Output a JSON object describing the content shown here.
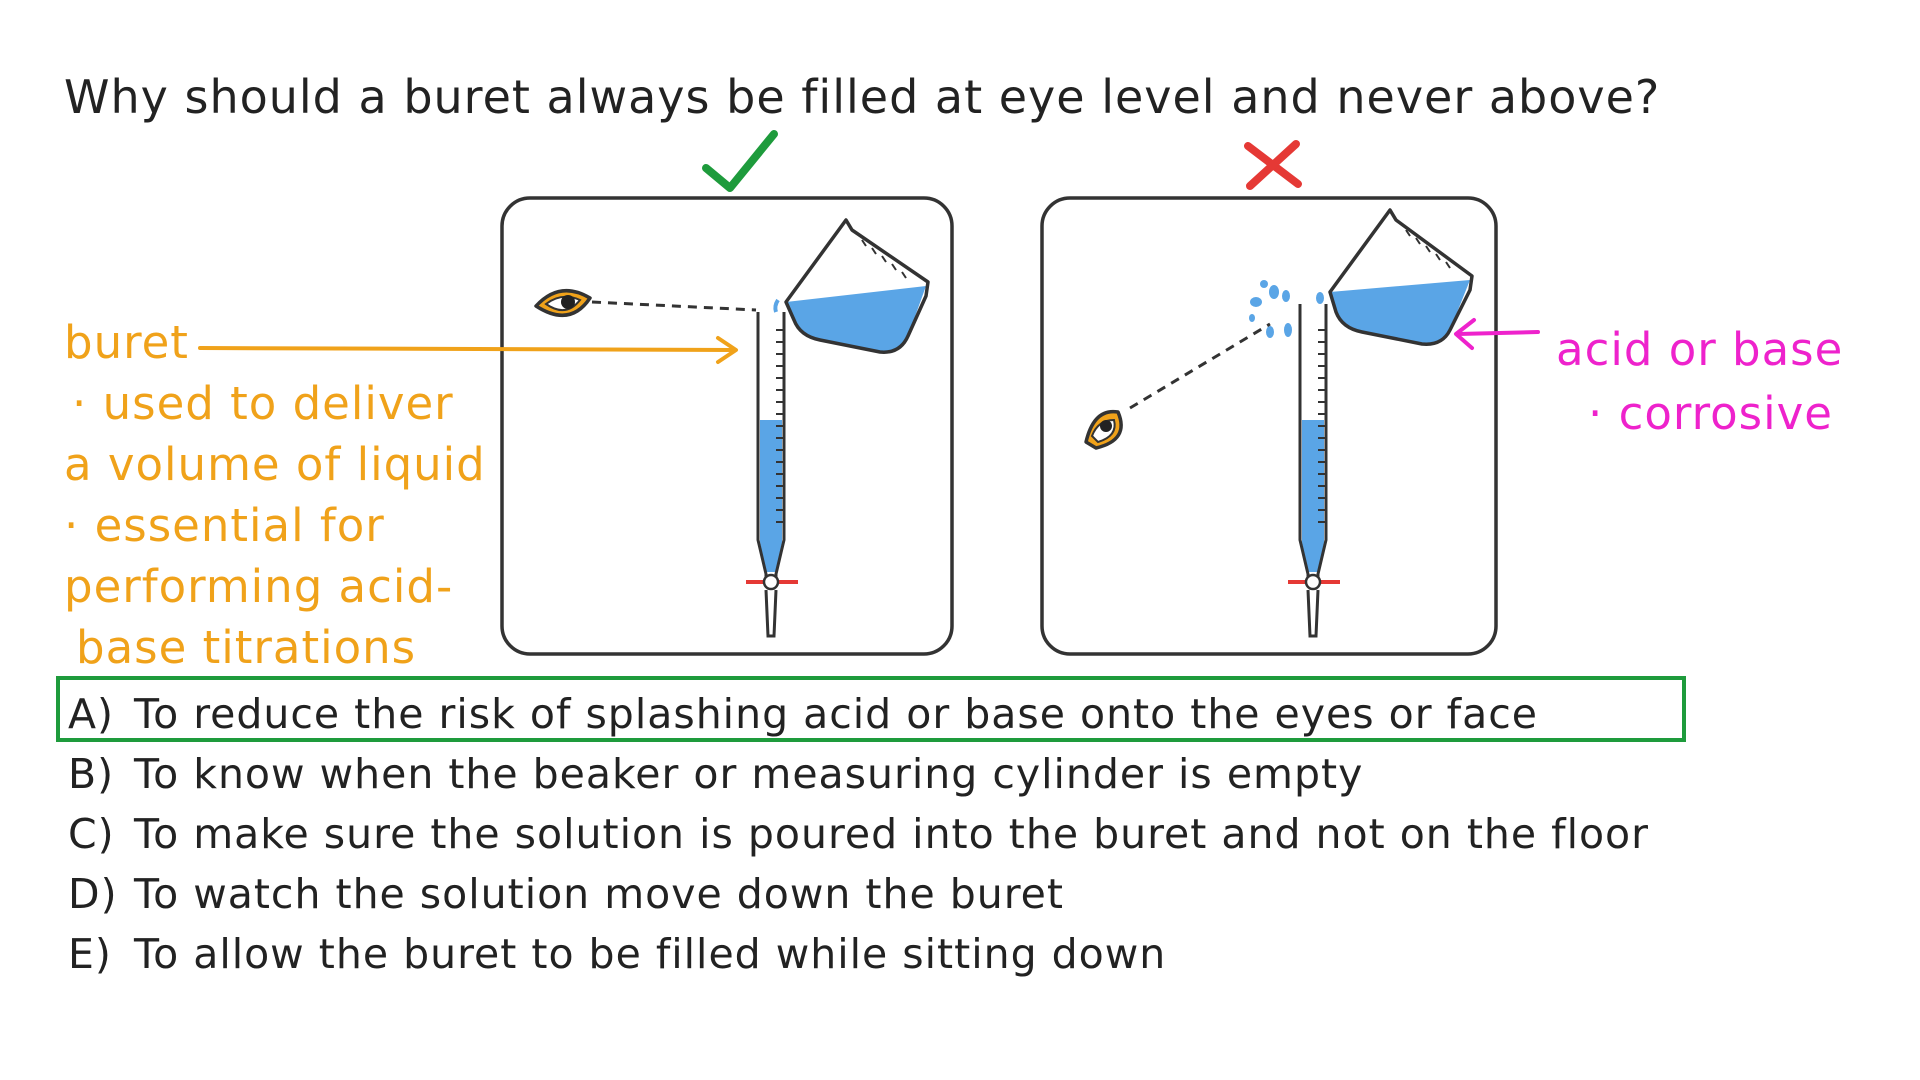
{
  "question": "Why should a buret always be filled at eye level and never above?",
  "annotations": {
    "buret_title": "buret",
    "buret_notes": [
      {
        "bullet": "· used to deliver",
        "continuation": "a volume of liquid"
      },
      {
        "bullet": "· essential for",
        "continuation": "performing acid-"
      },
      {
        "bullet": "",
        "continuation": "base titrations"
      }
    ],
    "acid_base_title": "acid or base",
    "acid_base_note": "· corrosive"
  },
  "options": [
    {
      "letter": "A)",
      "text": "To reduce the risk of splashing acid or base onto the eyes or face",
      "correct": true
    },
    {
      "letter": "B)",
      "text": "To know when the beaker or measuring cylinder is empty",
      "correct": false
    },
    {
      "letter": "C)",
      "text": "To make sure the solution is poured into the buret and not on the floor",
      "correct": false
    },
    {
      "letter": "D)",
      "text": "To watch the solution move down the buret",
      "correct": false
    },
    {
      "letter": "E)",
      "text": "To allow the buret to be filled while sitting down",
      "correct": false
    }
  ],
  "colors": {
    "annotation_orange": "#f0a21a",
    "annotation_magenta": "#ee22cc",
    "correct_green": "#1e9b3c",
    "wrong_red": "#e53935",
    "liquid_blue": "#5aa5e6",
    "stopcock_red": "#e53935"
  },
  "icons": {
    "correct_mark": "check-mark-icon",
    "wrong_mark": "cross-mark-icon",
    "eye": "eye-icon"
  }
}
